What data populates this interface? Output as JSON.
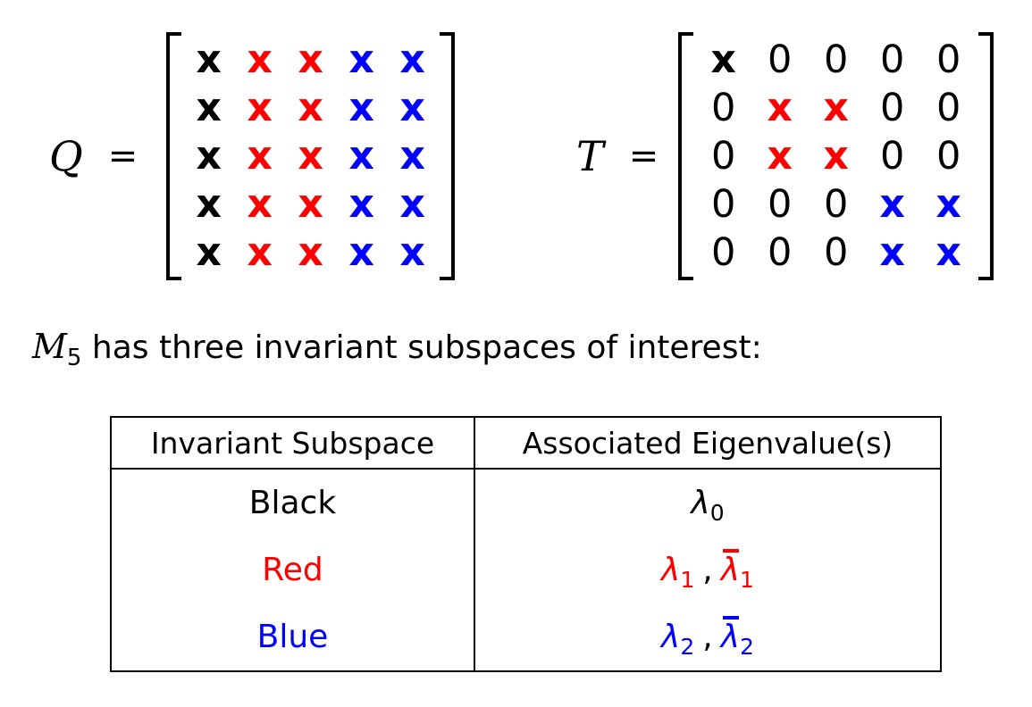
{
  "colors": {
    "black": "#000000",
    "red": "#ff0000",
    "blue": "#0000ff"
  },
  "matrices": {
    "q": {
      "label": "Q",
      "eq": "=",
      "rows": [
        [
          {
            "v": "x",
            "c": "black"
          },
          {
            "v": "x",
            "c": "red"
          },
          {
            "v": "x",
            "c": "red"
          },
          {
            "v": "x",
            "c": "blue"
          },
          {
            "v": "x",
            "c": "blue"
          }
        ],
        [
          {
            "v": "x",
            "c": "black"
          },
          {
            "v": "x",
            "c": "red"
          },
          {
            "v": "x",
            "c": "red"
          },
          {
            "v": "x",
            "c": "blue"
          },
          {
            "v": "x",
            "c": "blue"
          }
        ],
        [
          {
            "v": "x",
            "c": "black"
          },
          {
            "v": "x",
            "c": "red"
          },
          {
            "v": "x",
            "c": "red"
          },
          {
            "v": "x",
            "c": "blue"
          },
          {
            "v": "x",
            "c": "blue"
          }
        ],
        [
          {
            "v": "x",
            "c": "black"
          },
          {
            "v": "x",
            "c": "red"
          },
          {
            "v": "x",
            "c": "red"
          },
          {
            "v": "x",
            "c": "blue"
          },
          {
            "v": "x",
            "c": "blue"
          }
        ],
        [
          {
            "v": "x",
            "c": "black"
          },
          {
            "v": "x",
            "c": "red"
          },
          {
            "v": "x",
            "c": "red"
          },
          {
            "v": "x",
            "c": "blue"
          },
          {
            "v": "x",
            "c": "blue"
          }
        ]
      ]
    },
    "t": {
      "label": "T",
      "eq": "=",
      "rows": [
        [
          {
            "v": "x",
            "c": "black"
          },
          {
            "v": "0",
            "c": "black"
          },
          {
            "v": "0",
            "c": "black"
          },
          {
            "v": "0",
            "c": "black"
          },
          {
            "v": "0",
            "c": "black"
          }
        ],
        [
          {
            "v": "0",
            "c": "black"
          },
          {
            "v": "x",
            "c": "red"
          },
          {
            "v": "x",
            "c": "red"
          },
          {
            "v": "0",
            "c": "black"
          },
          {
            "v": "0",
            "c": "black"
          }
        ],
        [
          {
            "v": "0",
            "c": "black"
          },
          {
            "v": "x",
            "c": "red"
          },
          {
            "v": "x",
            "c": "red"
          },
          {
            "v": "0",
            "c": "black"
          },
          {
            "v": "0",
            "c": "black"
          }
        ],
        [
          {
            "v": "0",
            "c": "black"
          },
          {
            "v": "0",
            "c": "black"
          },
          {
            "v": "0",
            "c": "black"
          },
          {
            "v": "x",
            "c": "blue"
          },
          {
            "v": "x",
            "c": "blue"
          }
        ],
        [
          {
            "v": "0",
            "c": "black"
          },
          {
            "v": "0",
            "c": "black"
          },
          {
            "v": "0",
            "c": "black"
          },
          {
            "v": "x",
            "c": "blue"
          },
          {
            "v": "x",
            "c": "blue"
          }
        ]
      ]
    }
  },
  "caption": {
    "variable": "M",
    "variable_sub": "5",
    "rest": " has three invariant subspaces of interest:"
  },
  "table": {
    "headers": [
      "Invariant Subspace",
      "Associated Eigenvalue(s)"
    ],
    "separator": ",",
    "rows": [
      {
        "label": "Black",
        "color": "black",
        "eigenvalues": [
          {
            "base": "λ",
            "sub": "0",
            "bar": false
          }
        ]
      },
      {
        "label": "Red",
        "color": "red",
        "eigenvalues": [
          {
            "base": "λ",
            "sub": "1",
            "bar": false
          },
          {
            "base": "λ",
            "sub": "1",
            "bar": true
          }
        ]
      },
      {
        "label": "Blue",
        "color": "blue",
        "eigenvalues": [
          {
            "base": "λ",
            "sub": "2",
            "bar": false
          },
          {
            "base": "λ",
            "sub": "2",
            "bar": true
          }
        ]
      }
    ]
  }
}
